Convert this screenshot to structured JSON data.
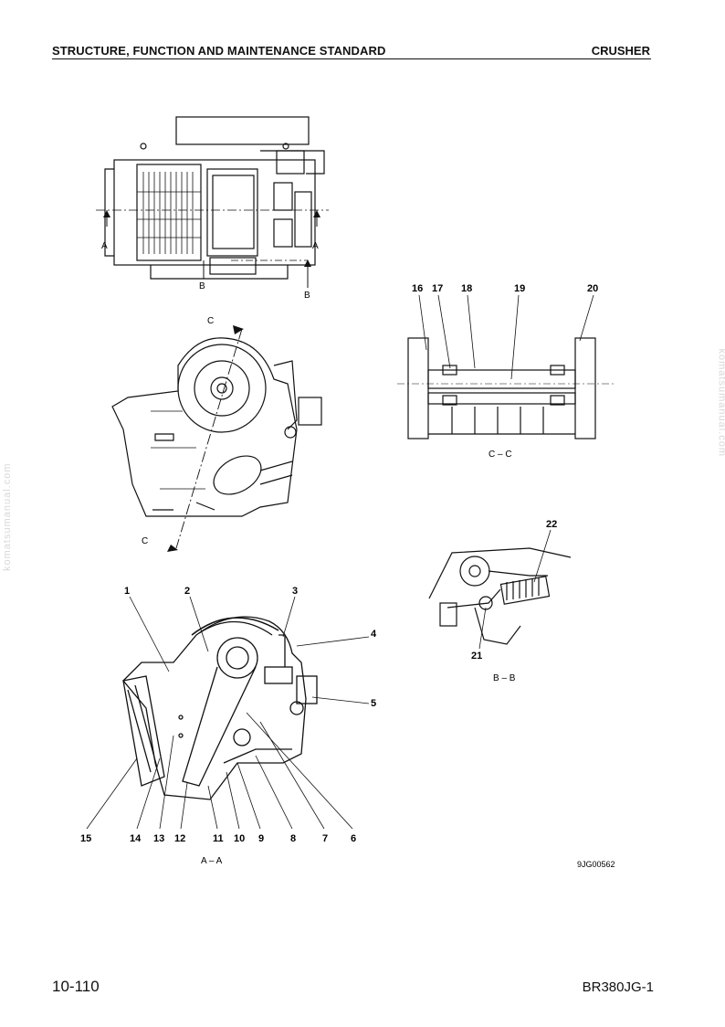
{
  "header": {
    "title": "STRUCTURE, FUNCTION AND MAINTENANCE STANDARD",
    "section": "CRUSHER"
  },
  "watermark": "komatsumanual.com",
  "views": {
    "top": {
      "mark_a": "A",
      "mark_b": "B"
    },
    "side": {
      "mark_c": "C"
    },
    "cc": {
      "caption": "C – C",
      "callouts": [
        "16",
        "17",
        "18",
        "19",
        "20"
      ]
    },
    "bb": {
      "caption": "B – B",
      "callouts": [
        "21",
        "22"
      ]
    },
    "aa": {
      "caption": "A – A",
      "callouts": [
        "1",
        "2",
        "3",
        "4",
        "5",
        "6",
        "7",
        "8",
        "9",
        "10",
        "11",
        "12",
        "13",
        "14",
        "15"
      ]
    }
  },
  "drawing_id": "9JG00562",
  "footer": {
    "page_number": "10-110",
    "model": "BR380JG-1"
  }
}
